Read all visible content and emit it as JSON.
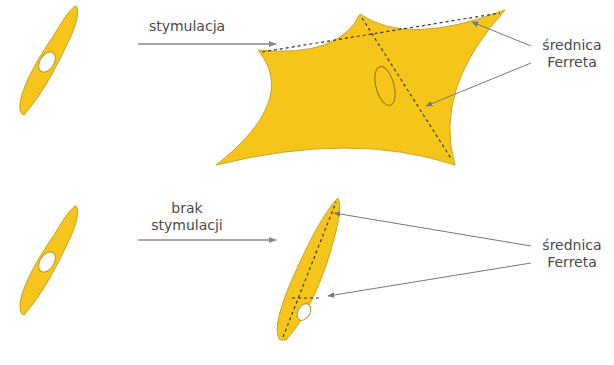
{
  "diagram": {
    "labels": [
      "stymulacja",
      "średnica Ferreta",
      "brak stymulacji",
      "średnica Ferreta"
    ]
  }
}
